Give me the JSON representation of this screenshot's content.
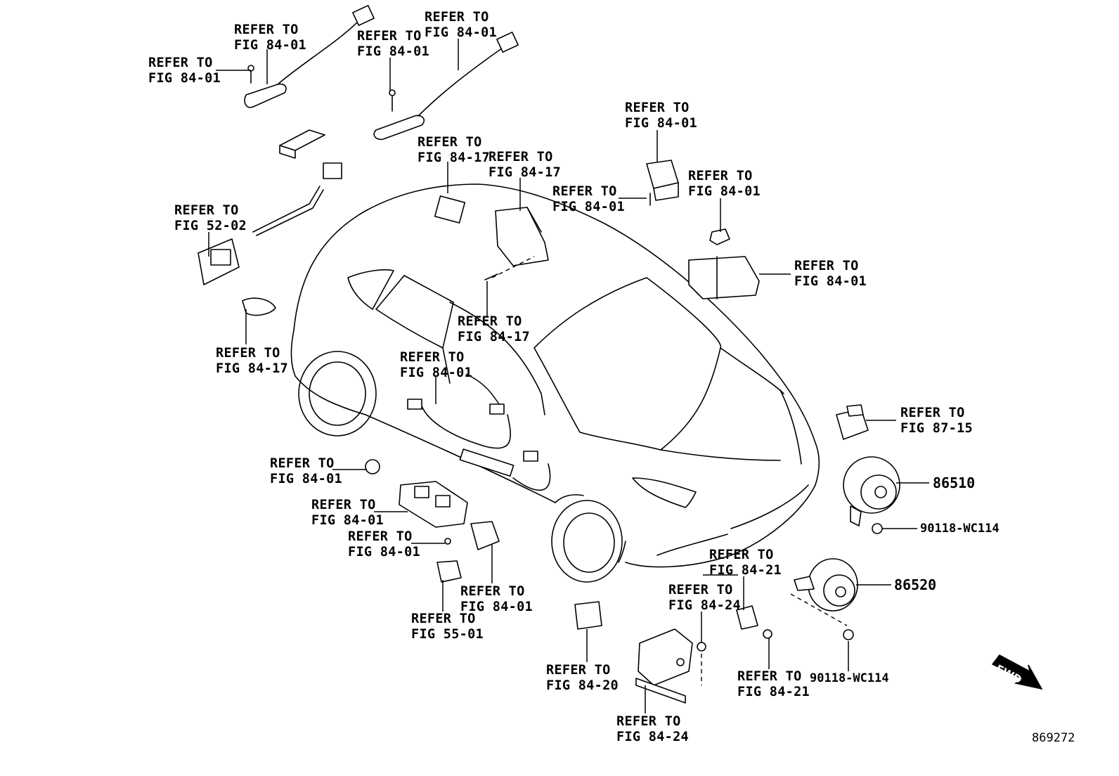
{
  "diagram": {
    "labels": {
      "l01": [
        "REFER TO",
        "FIG 84-01"
      ],
      "l02": [
        "REFER TO",
        "FIG 84-01"
      ],
      "l03": [
        "REFER TO",
        "FIG 84-01"
      ],
      "l04": [
        "REFER TO",
        "FIG 84-01"
      ],
      "l05": [
        "REFER TO",
        "FIG 84-17"
      ],
      "l06": [
        "REFER TO",
        "FIG 84-17"
      ],
      "l07": [
        "REFER TO",
        "FIG 84-01"
      ],
      "l08": [
        "REFER TO",
        "FIG 84-01"
      ],
      "l09": [
        "REFER TO",
        "FIG 84-01"
      ],
      "l10": [
        "REFER TO",
        "FIG 52-02"
      ],
      "l11": [
        "REFER TO",
        "FIG 84-01"
      ],
      "l12": [
        "REFER TO",
        "FIG 84-17"
      ],
      "l13": [
        "REFER TO",
        "FIG 84-17"
      ],
      "l14": [
        "REFER TO",
        "FIG 84-01"
      ],
      "l15": [
        "REFER TO",
        "FIG 87-15"
      ],
      "l16": [
        "REFER TO",
        "FIG 84-01"
      ],
      "l17": [
        "REFER TO",
        "FIG 84-01"
      ],
      "l18": [
        "REFER TO",
        "FIG 84-01"
      ],
      "l19": [
        "REFER TO",
        "FIG 84-01"
      ],
      "l20": [
        "REFER TO",
        "FIG 55-01"
      ],
      "l21": [
        "REFER TO",
        "FIG 84-21"
      ],
      "l22": [
        "REFER TO",
        "FIG 84-24"
      ],
      "l23": [
        "REFER TO",
        "FIG 84-20"
      ],
      "l24": [
        "REFER TO",
        "FIG 84-21"
      ],
      "l25": [
        "REFER TO",
        "FIG 84-24"
      ]
    },
    "part_numbers": {
      "horn_high": "86510",
      "horn_low": "86520",
      "bolt_1": "90118-WC114",
      "bolt_2": "90118-WC114"
    },
    "direction_marker": "FWD",
    "illustration_number": "869272"
  }
}
